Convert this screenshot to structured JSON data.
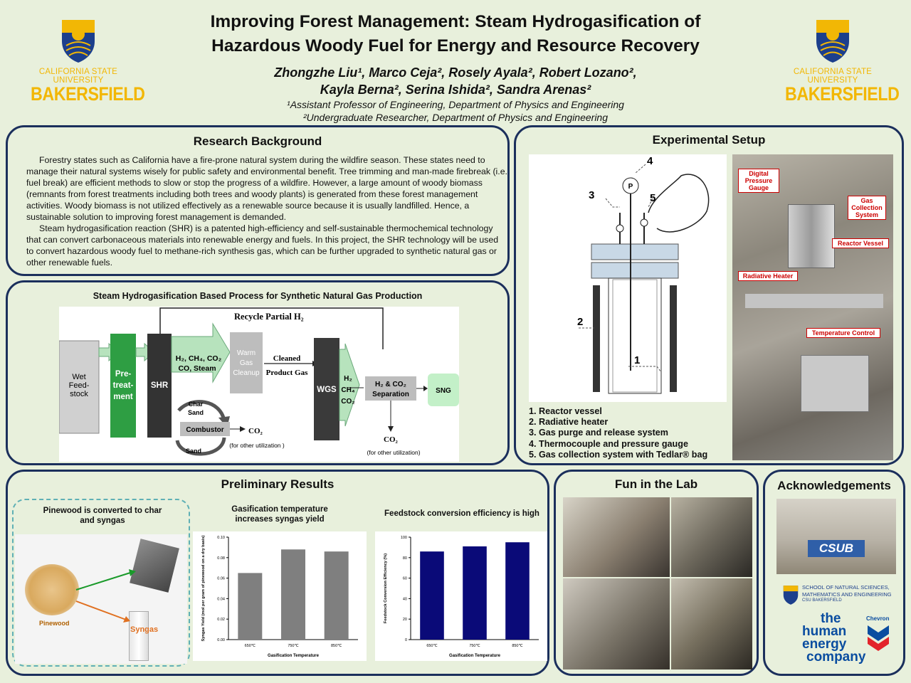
{
  "header": {
    "title_line1": "Improving Forest Management: Steam Hydrogasification of",
    "title_line2": "Hazardous Woody Fuel for Energy and Resource Recovery",
    "authors_line1": "Zhongzhe Liu¹, Marco Ceja², Rosely Ayala², Robert Lozano²,",
    "authors_line2": "Kayla Berna², Serina Ishida², Sandra Arenas²",
    "affil1": "¹Assistant Professor of Engineering, Department of Physics and Engineering",
    "affil2": "²Undergraduate Researcher, Department of Physics and Engineering",
    "logo_line1": "CALIFORNIA STATE UNIVERSITY",
    "logo_line2": "BAKERSFIELD"
  },
  "background": {
    "title": "Research Background",
    "para1": "Forestry states such as California have a fire-prone natural system during the wildfire season. These states need to manage their natural systems wisely for public safety and environmental benefit. Tree trimming and man-made firebreak (i.e. fuel break) are efficient methods to slow or stop the progress of a wildfire. However, a large amount of woody biomass (remnants from forest treatments including both trees and woody plants) is generated from these forest management activities. Woody biomass is not utilized effectively as a renewable source because it is usually landfilled. Hence, a sustainable solution to improving forest management is demanded.",
    "para2": "Steam hydrogasification reaction (SHR) is a patented high-efficiency and self-sustainable thermochemical technology that can convert carbonaceous materials into renewable energy and fuels. In this project, the SHR technology will be used to convert hazardous woody fuel to methane-rich synthesis gas, which can be further upgraded to synthetic natural gas or other renewable fuels."
  },
  "process": {
    "title": "Steam Hydrogasification Based Process for Synthetic Natural Gas Production",
    "recycle": "Recycle Partial H₂",
    "wet": [
      "Wet",
      "Feed-",
      "stock"
    ],
    "pre": [
      "Pre-",
      "treat-",
      "ment"
    ],
    "shr": "SHR",
    "shr_out1": "H₂, CH₄, CO₂",
    "shr_out2": "CO, Steam",
    "warm": [
      "Warm",
      "Gas",
      "Cleanup"
    ],
    "cleaned1": "Cleaned",
    "cleaned2": "Product Gas",
    "wgs": "WGS",
    "wgs_out": [
      "H₂",
      "CH₄",
      "CO₂"
    ],
    "sep1": "H₂ & CO₂",
    "sep2": "Separation",
    "sng": "SNG",
    "char1": "Char",
    "char2": "Sand",
    "sand": "Sand",
    "combustor": "Combustor",
    "co2": "CO₂",
    "other1": "(for other utilization )",
    "co2b": "CO₂",
    "other2": "(for other utilization)"
  },
  "setup": {
    "title": "Experimental Setup",
    "n1": "1",
    "n2": "2",
    "n3": "3",
    "n4": "4",
    "n5": "5",
    "p": "P",
    "items": [
      "1. Reactor vessel",
      "2. Radiative heater",
      "3. Gas purge and release system",
      "4. Thermocouple and pressure gauge",
      "5. Gas collection system with Tedlar® bag"
    ],
    "photo_labels": {
      "digital": "Digital Pressure Gauge",
      "gas": "Gas Collection System",
      "reactor": "Reactor Vessel",
      "heater": "Radiative Heater",
      "temp": "Temperature Control"
    }
  },
  "results": {
    "title": "Preliminary Results",
    "caption1": "Pinewood is converted to char and syngas",
    "pinewood": "Pinewood",
    "syngas": "Syngas",
    "caption2": "Gasification temperature increases syngas yield",
    "caption3": "Feedstock conversion efficiency is high"
  },
  "fun": {
    "title": "Fun in the Lab"
  },
  "ack": {
    "title": "Acknowledgements",
    "school1": "SCHOOL OF NATURAL SCIENCES,",
    "school2": "MATHEMATICS AND ENGINEERING",
    "school3": "CSU BAKERSFIELD",
    "csub": "CSUB",
    "chevron_the": "the",
    "chevron_human": "human",
    "chevron_energy": "energy",
    "chevron_company": "company",
    "chevron_brand": "Chevron"
  },
  "chart_data": [
    {
      "type": "bar",
      "categories": [
        "650℃",
        "750℃",
        "850℃"
      ],
      "values": [
        0.065,
        0.088,
        0.086
      ],
      "xlabel": "Gasification Temperature",
      "ylabel": "Syngas Yield (mol per gram of pinewood on a dry basis)",
      "ylim": [
        0,
        0.1
      ],
      "yticks": [
        "0.00",
        "0.02",
        "0.04",
        "0.06",
        "0.08",
        "0.10"
      ],
      "color": "#7f7f7f"
    },
    {
      "type": "bar",
      "categories": [
        "650℃",
        "750℃",
        "850℃"
      ],
      "values": [
        86,
        91,
        95
      ],
      "xlabel": "Gasification Temperature",
      "ylabel": "Feedstock Conversion Efficiency (%)",
      "ylim": [
        0,
        100
      ],
      "yticks": [
        "0",
        "20",
        "40",
        "60",
        "80",
        "100"
      ],
      "color": "#0a0a78"
    }
  ]
}
